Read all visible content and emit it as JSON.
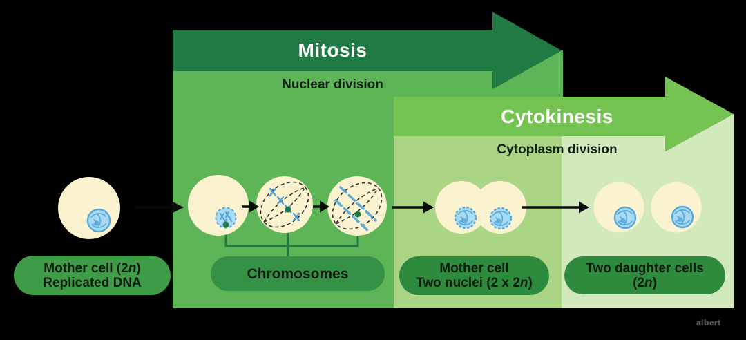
{
  "diagram": {
    "mitosis": {
      "title": "Mitosis",
      "subtitle": "Nuclear division"
    },
    "cytokinesis": {
      "title": "Cytokinesis",
      "subtitle": "Cytoplasm division"
    },
    "labels": {
      "mother_cell": {
        "line1_prefix": "Mother cell (2",
        "line1_italic": "n",
        "line1_suffix": ")",
        "line2": "Replicated DNA"
      },
      "chromosomes": "Chromosomes",
      "dividing_cell": {
        "line1": "Mother cell",
        "line2_prefix": "Two nuclei (2 x 2",
        "line2_italic": "n",
        "line2_suffix": ")"
      },
      "daughter_cells": {
        "line1": "Two daughter cells",
        "line2_prefix": "(2",
        "line2_italic": "n",
        "line2_suffix": ")"
      }
    },
    "watermark": "albert",
    "colors": {
      "background": "#000000",
      "mitosis_arrow": "#1f7a44",
      "mitosis_panel": "#5db557",
      "cytokinesis_arrow": "#74c353",
      "cytokinesis_panel_left": "#a9d584",
      "cytokinesis_panel_right": "#d2e9bb",
      "label_pill_left": "#3d9c45",
      "label_pill_chromosomes": "#349145",
      "label_pill_right": "#2e8b3e",
      "cell_fill": "#fbf2d0",
      "nucleus_fill": "#a8daf3",
      "nucleus_stroke": "#55a8d9",
      "chromosome_blue": "#5bacdb",
      "connector_green": "#1f7a44",
      "arrow_black": "#0b0b0b",
      "title_text": "#ffffff",
      "subtitle_text": "#0e2012"
    }
  }
}
